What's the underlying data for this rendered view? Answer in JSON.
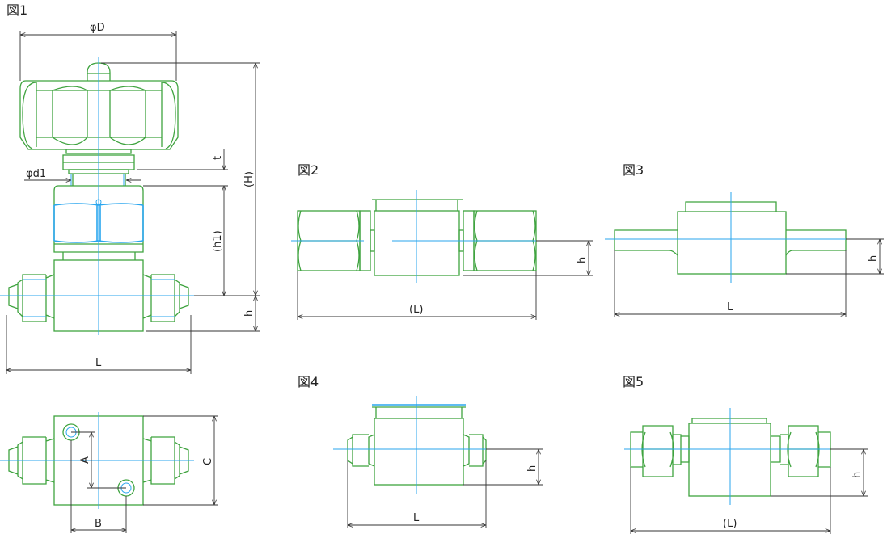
{
  "figures": {
    "fig1": {
      "title": "図1",
      "dims": {
        "phiD": "φD",
        "phid1": "φd1",
        "t": "t",
        "H": "(H)",
        "h1": "(h1)",
        "h": "h",
        "L": "L",
        "A": "A",
        "B": "B",
        "C": "C"
      }
    },
    "fig2": {
      "title": "図2",
      "dims": {
        "h": "h",
        "L": "(L)"
      }
    },
    "fig3": {
      "title": "図3",
      "dims": {
        "h": "h",
        "L": "L"
      }
    },
    "fig4": {
      "title": "図4",
      "dims": {
        "h": "h",
        "L": "L"
      }
    },
    "fig5": {
      "title": "図5",
      "dims": {
        "h": "h",
        "L": "(L)"
      }
    }
  },
  "colors": {
    "outline": "#3fa33f",
    "centerline": "#2aa6ee",
    "dimension": "#333333"
  }
}
